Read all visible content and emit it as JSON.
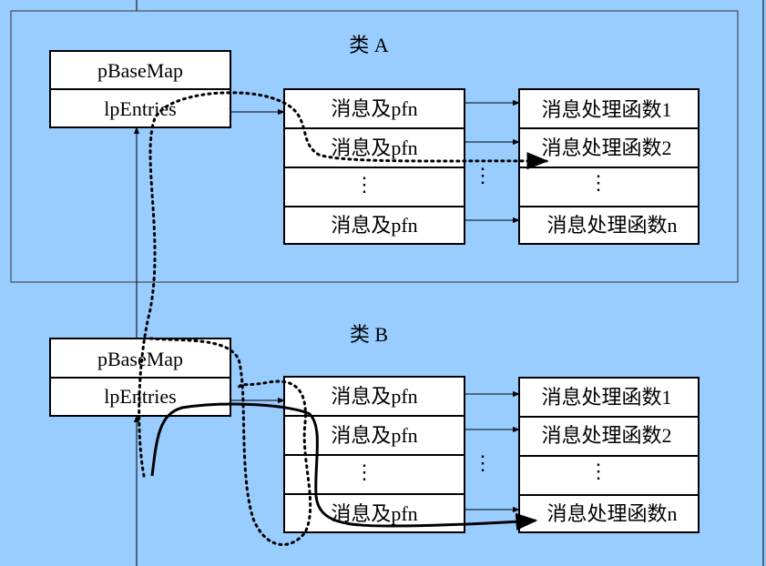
{
  "colors": {
    "background": "#99ccff",
    "box_fill": "#ffffff",
    "stroke": "#000000"
  },
  "class_a": {
    "title": "类 A",
    "header_fields": [
      "pBaseMap",
      "lpEntries"
    ],
    "entries": [
      "消息及pfn",
      "消息及pfn",
      "⋮",
      "消息及pfn"
    ],
    "handlers": [
      "消息处理函数1",
      "消息处理函数2",
      "⋮",
      "消息处理函数n"
    ],
    "middle_dots": "⋮"
  },
  "class_b": {
    "title": "类 B",
    "header_fields": [
      "pBaseMap",
      "lpEntries"
    ],
    "entries": [
      "消息及pfn",
      "消息及pfn",
      "⋮",
      "消息及pfn"
    ],
    "handlers": [
      "消息处理函数1",
      "消息处理函数2",
      "⋮",
      "消息处理函数n"
    ],
    "middle_dots": "⋮"
  }
}
